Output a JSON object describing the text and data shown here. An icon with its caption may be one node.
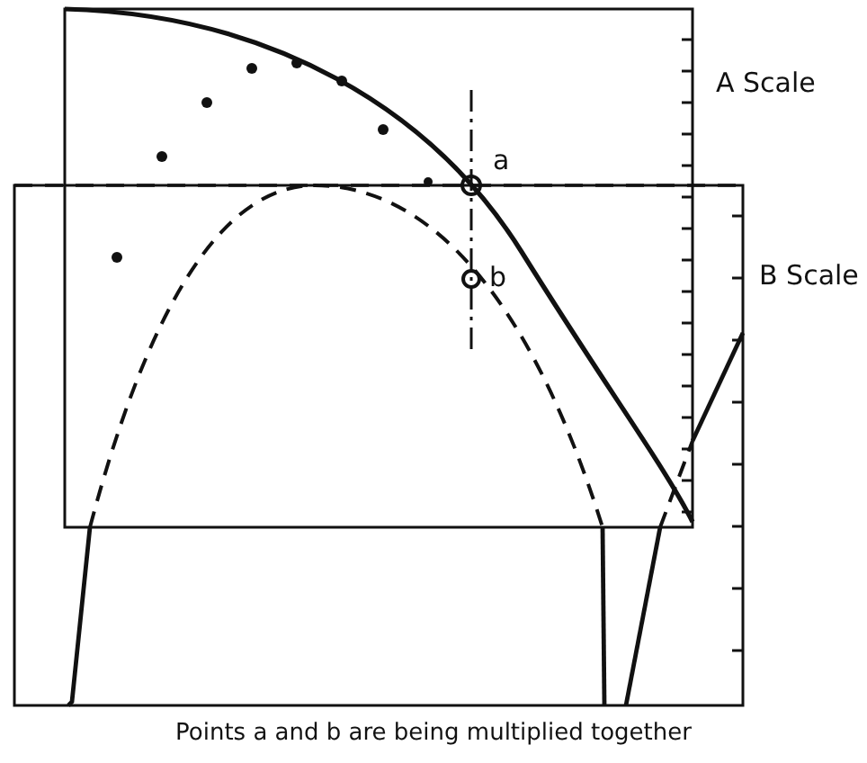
{
  "diagram": {
    "caption": "Points a and b are being multiplied together",
    "labels": [
      "A Scale",
      "B Scale",
      "a",
      "b"
    ]
  }
}
